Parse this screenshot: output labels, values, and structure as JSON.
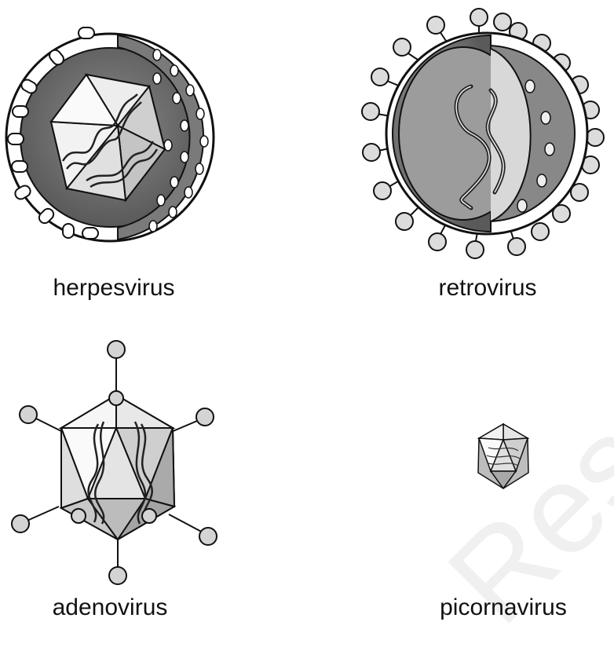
{
  "viruses": [
    {
      "label": "herpesvirus"
    },
    {
      "label": "retrovirus"
    },
    {
      "label": "adenovirus"
    },
    {
      "label": "picornavirus"
    }
  ],
  "watermark": {
    "text": "Resource"
  },
  "colors": {
    "ink": "#111111",
    "envelope_dark": "#6e6e6e",
    "envelope_mid": "#9a9a9a",
    "capsid_light": "#e6e6e6",
    "knob": "#d0d0d0"
  }
}
